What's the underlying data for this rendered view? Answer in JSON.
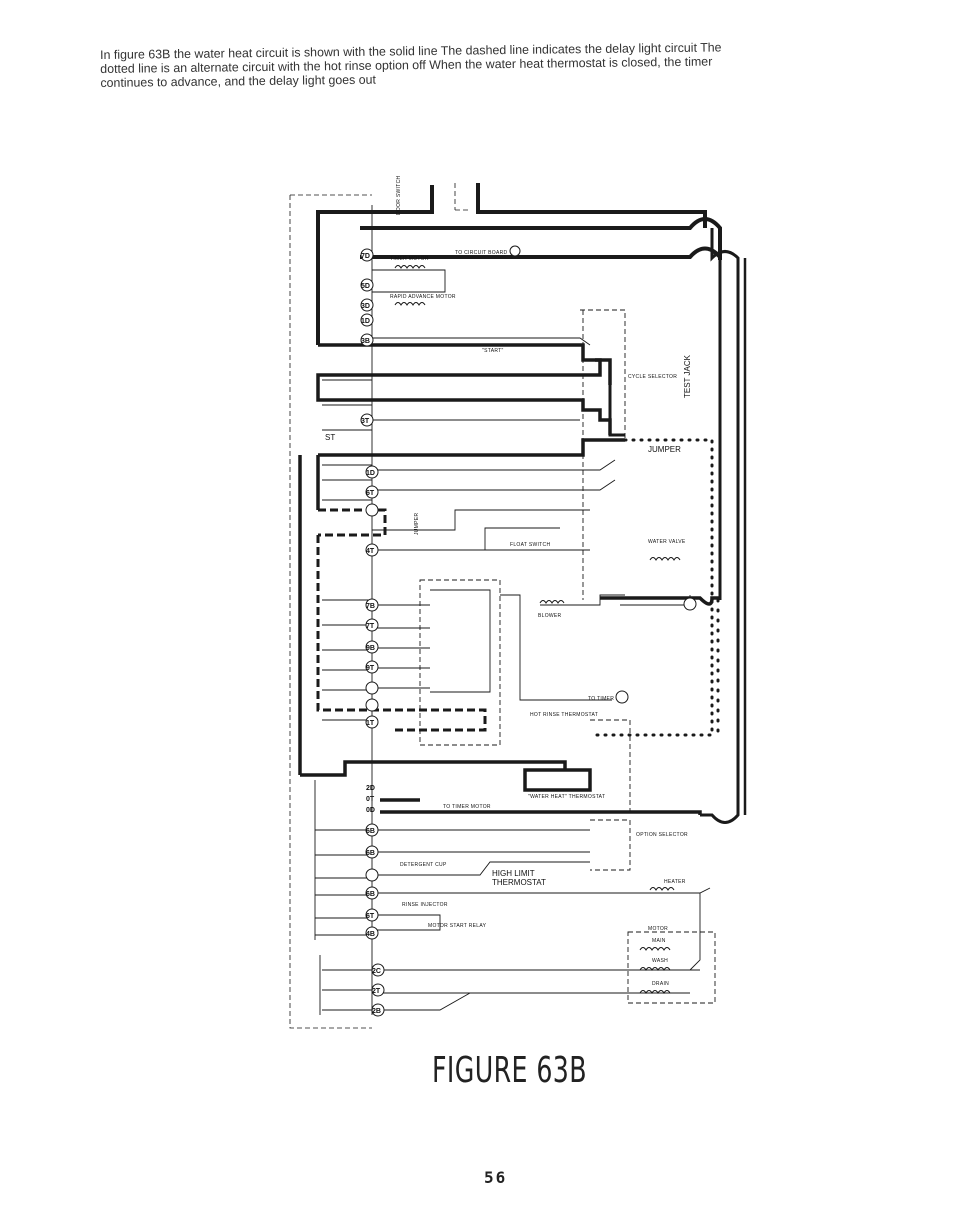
{
  "intro": {
    "line1": "In figure 63B the water heat circuit is shown with the solid line  The dashed line indicates the delay light circuit  The",
    "line2": "dotted line is an alternate circuit with the hot rinse option off  When the water heat thermostat is closed, the timer",
    "line3": "continues to advance, and the delay light goes out"
  },
  "figure": {
    "caption": "FIGURE 63B",
    "page_number": "56",
    "labels": {
      "door_switch": "DOOR SWITCH",
      "timer_motor": "TIMER MOTOR",
      "to_circuit_board": "TO CIRCUIT BOARD",
      "rapid_advance_motor": "RAPID ADVANCE MOTOR",
      "start": "\"START\"",
      "cycle_selector": "CYCLE SELECTOR",
      "test_jack": "TEST JACK",
      "st": "ST",
      "jumper_top": "JUMPER",
      "jumper_side": "JUMPER",
      "float_switch": "FLOAT SWITCH",
      "water_valve": "WATER VALVE",
      "blower": "BLOWER",
      "to_timer_7d": "TO TIMER",
      "hot_rinse_thermostat": "HOT RINSE THERMOSTAT",
      "water_heat_thermostat": "\"WATER HEAT\" THERMOSTAT",
      "to_timer_motor": "TO TIMER MOTOR",
      "option_selector": "OPTION SELECTOR",
      "detergent_cup": "DETERGENT CUP",
      "high_limit": "HIGH LIMIT",
      "thermostat": "THERMOSTAT",
      "heater": "HEATER",
      "rinse_injector": "RINSE INJECTOR",
      "motor_start_relay": "MOTOR START RELAY",
      "motor": "MOTOR",
      "main": "MAIN",
      "wash": "WASH",
      "drain": "DRAIN"
    },
    "terminals": [
      "7D",
      "5D",
      "3D",
      "1D",
      "3B",
      "3T",
      "1D",
      "6T",
      "4T",
      "7B",
      "7T",
      "9B",
      "9T",
      "1T",
      "2D",
      "0T",
      "0D",
      "6B",
      "6B",
      "6B",
      "6T",
      "4B",
      "2C",
      "2T",
      "2B"
    ]
  }
}
